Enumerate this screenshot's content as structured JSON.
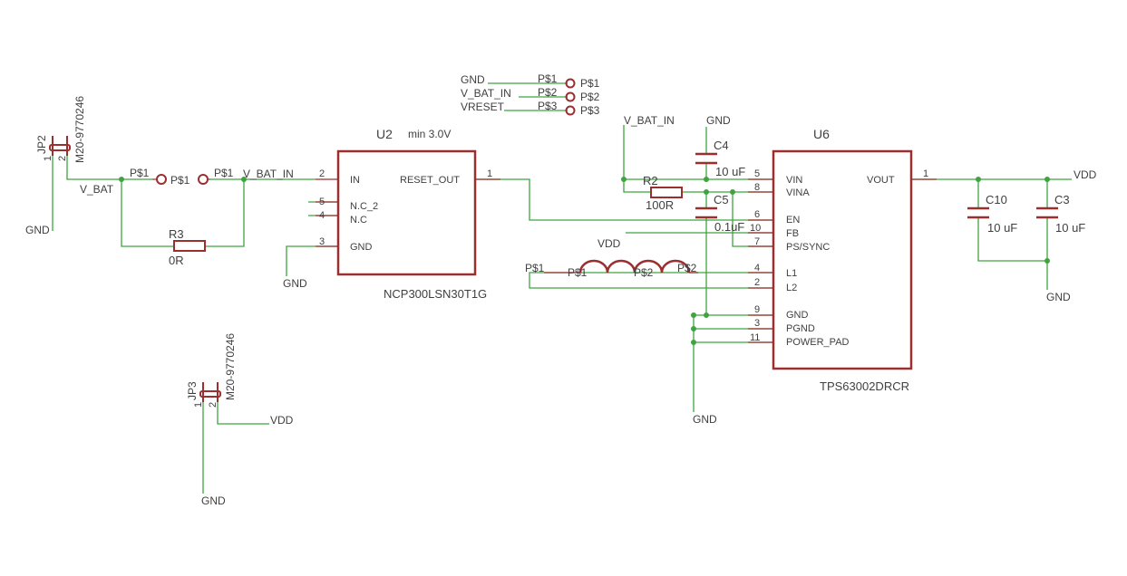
{
  "colors": {
    "wire": "#3fa33f",
    "part": "#9b2f2f",
    "text": "#404040",
    "junction": "#3fa33f"
  },
  "nets": {
    "gnd": "GND",
    "vdd": "VDD",
    "v_bat": "V_BAT",
    "v_bat_in": "V_BAT_IN",
    "vreset": "VRESET"
  },
  "header_conn": {
    "pins": [
      "P$1",
      "P$2",
      "P$3"
    ]
  },
  "jp2": {
    "ref": "JP2",
    "value": "M20-9770246",
    "pin1": "1",
    "pin2": "2"
  },
  "jp3": {
    "ref": "JP3",
    "value": "M20-9770246",
    "pin1": "1",
    "pin2": "2"
  },
  "pads": {
    "left_pad": "P$1",
    "right_pad": "P$1",
    "mid_a": "P$1",
    "mid_b": "P$1"
  },
  "r3": {
    "ref": "R3",
    "value": "0R"
  },
  "r2": {
    "ref": "R2",
    "value": "100R"
  },
  "c4": {
    "ref": "C4",
    "value": "10 uF"
  },
  "c5": {
    "ref": "C5",
    "value": "0.1uF"
  },
  "c10": {
    "ref": "C10",
    "value": "10 uF"
  },
  "c3": {
    "ref": "C3",
    "value": "10 uF"
  },
  "l1": {
    "pad1": "P$1",
    "pad2": "P$2",
    "pad1_out": "P$1",
    "pad2_out": "P$2"
  },
  "u2": {
    "ref": "U2",
    "note": "min 3.0V",
    "part": "NCP300LSN30T1G",
    "pins": {
      "in": "IN",
      "in_num": "2",
      "nc2": "N.C_2",
      "nc2_num": "5",
      "nc": "N.C",
      "nc_num": "4",
      "gnd": "GND",
      "gnd_num": "3",
      "reset_out": "RESET_OUT",
      "reset_out_num": "1"
    }
  },
  "u6": {
    "ref": "U6",
    "part": "TPS63002DRCR",
    "pins": {
      "vin": "VIN",
      "vin_num": "5",
      "vina": "VINA",
      "vina_num": "8",
      "en": "EN",
      "en_num": "6",
      "fb": "FB",
      "fb_num": "10",
      "ps_sync": "PS/SYNC",
      "ps_sync_num": "7",
      "l1": "L1",
      "l1_num": "4",
      "l2": "L2",
      "l2_num": "2",
      "gnd": "GND",
      "gnd_num": "9",
      "pgnd": "PGND",
      "pgnd_num": "3",
      "power_pad": "POWER_PAD",
      "power_pad_num": "11",
      "vout": "VOUT",
      "vout_num": "1"
    }
  }
}
